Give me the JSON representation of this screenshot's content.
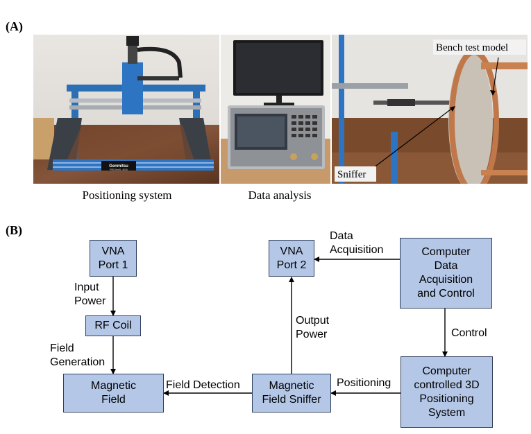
{
  "panel_a": {
    "label": "(A)",
    "captions": {
      "positioning": "Positioning system",
      "analysis": "Data analysis"
    },
    "photo_text": {
      "bench_test_model": "Bench test model",
      "sniffer": "Sniffer",
      "brand": "Genmitsu",
      "model": "PROVerXL 4030"
    }
  },
  "panel_b": {
    "label": "(B)",
    "boxes": {
      "vna1": [
        "VNA",
        "Port 1"
      ],
      "rf_coil": [
        "RF Coil"
      ],
      "mag_field": [
        "Magnetic",
        "Field"
      ],
      "vna2": [
        "VNA",
        "Port 2"
      ],
      "computer_daq": [
        "Computer",
        "Data",
        "Acquisition",
        "and Control"
      ],
      "sniffer": [
        "Magnetic",
        "Field Sniffer"
      ],
      "positioning_sys": [
        "Computer",
        "controlled 3D",
        "Positioning",
        "System"
      ]
    },
    "edges": {
      "input_power": [
        "Input",
        "Power"
      ],
      "field_generation": [
        "Field",
        "Generation"
      ],
      "field_detection": "Field Detection",
      "output_power": [
        "Output",
        "Power"
      ],
      "data_acquisition": [
        "Data",
        "Acquisition"
      ],
      "control": "Control",
      "positioning": "Positioning"
    }
  },
  "colors": {
    "box_fill": "#b4c7e7",
    "box_border": "#2f3e5c",
    "arrow": "#000000"
  }
}
